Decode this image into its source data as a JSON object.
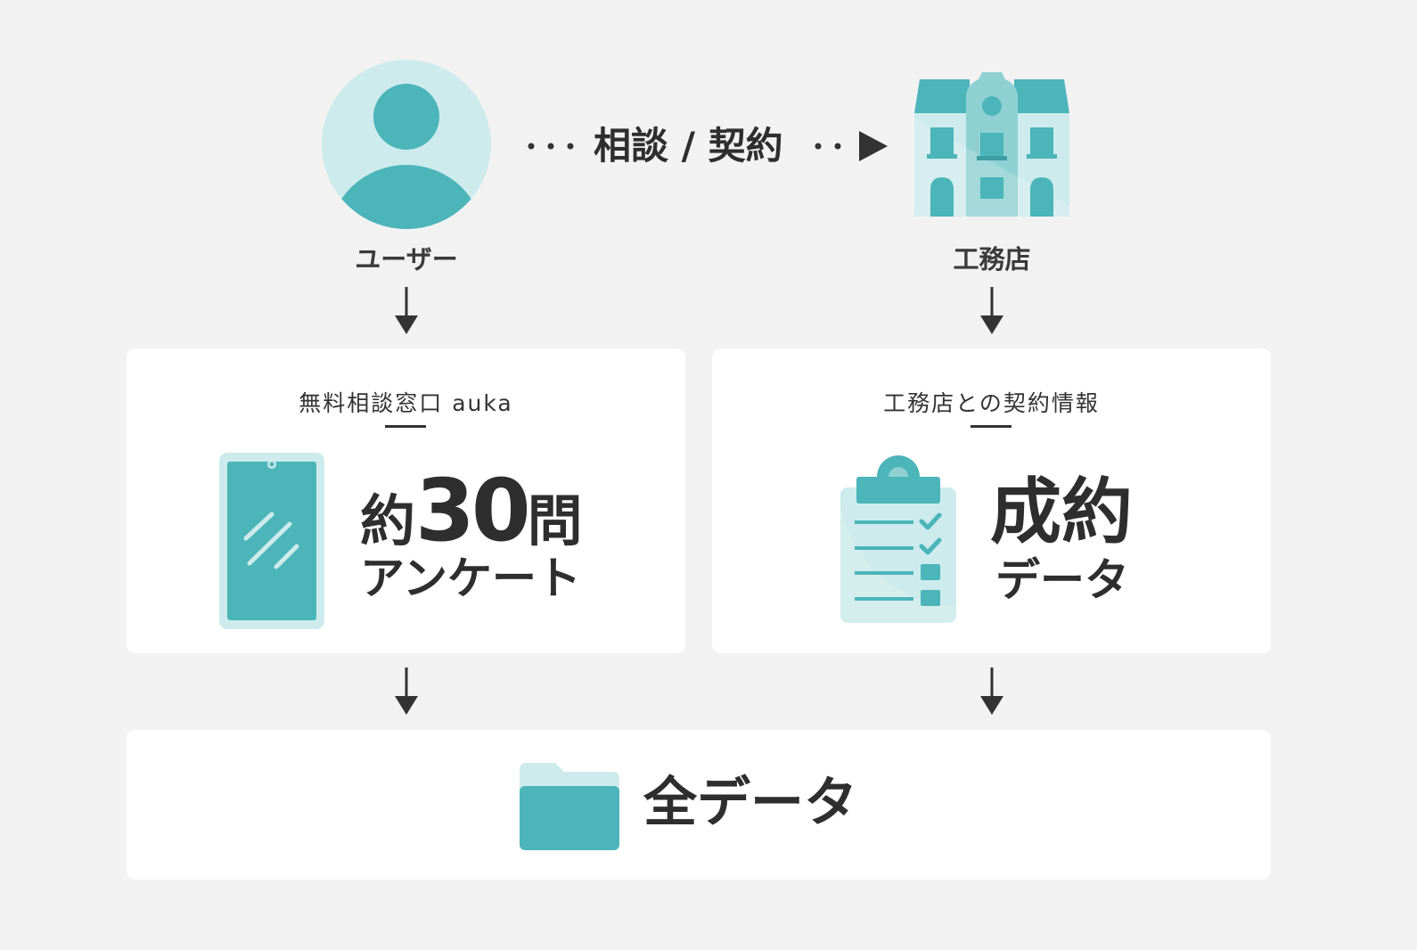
{
  "top": {
    "user_label": "ユーザー",
    "flow_label": "相談 / 契約",
    "builder_label": "工務店"
  },
  "left_card": {
    "title": "無料相談窓口 auka",
    "prefix": "約",
    "number": "30",
    "suffix": "問",
    "subtitle": "アンケート"
  },
  "right_card": {
    "title": "工務店との契約情報",
    "headline": "成約",
    "subtitle": "データ"
  },
  "bottom_card": {
    "label": "全データ"
  },
  "colors": {
    "teal": "#4bb5b9",
    "teal_light": "#cdebec",
    "teal_mid": "#8fd1d3",
    "background": "#f2f2f2",
    "card": "#ffffff",
    "text": "#333333"
  },
  "icons": [
    "user-avatar-icon",
    "building-icon",
    "smartphone-icon",
    "clipboard-checklist-icon",
    "folder-icon",
    "arrow-down-icon",
    "arrow-right-icon"
  ]
}
